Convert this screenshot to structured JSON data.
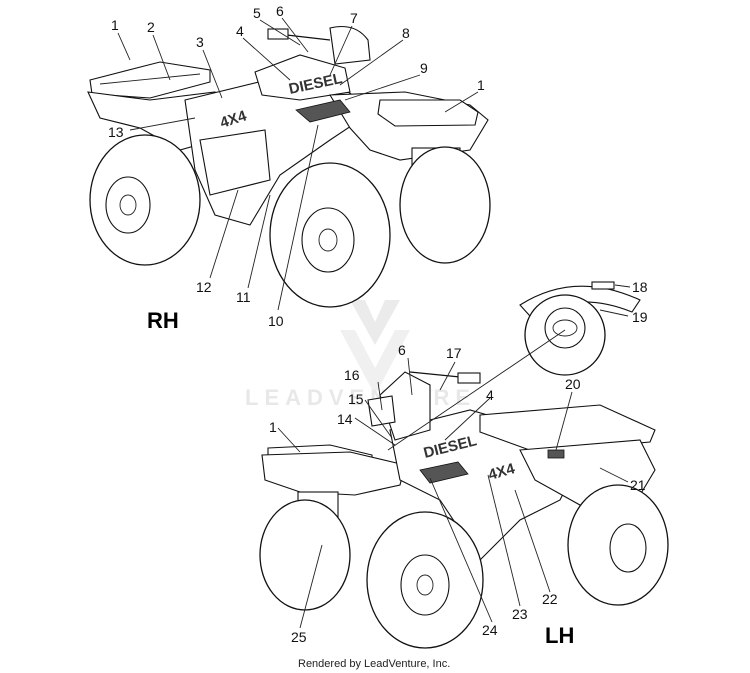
{
  "views": {
    "rh": "RH",
    "lh": "LH"
  },
  "callouts": [
    "1",
    "2",
    "3",
    "4",
    "5",
    "6",
    "7",
    "8",
    "9",
    "1",
    "13",
    "12",
    "11",
    "10",
    "18",
    "19",
    "6",
    "17",
    "16",
    "15",
    "14",
    "4",
    "20",
    "1",
    "21",
    "22",
    "23",
    "24",
    "25"
  ],
  "decals": {
    "diesel": "DIESEL",
    "four_by_four": "4X4"
  },
  "watermark": "LEADVENTURE",
  "credit": "Rendered by LeadVenture, Inc."
}
